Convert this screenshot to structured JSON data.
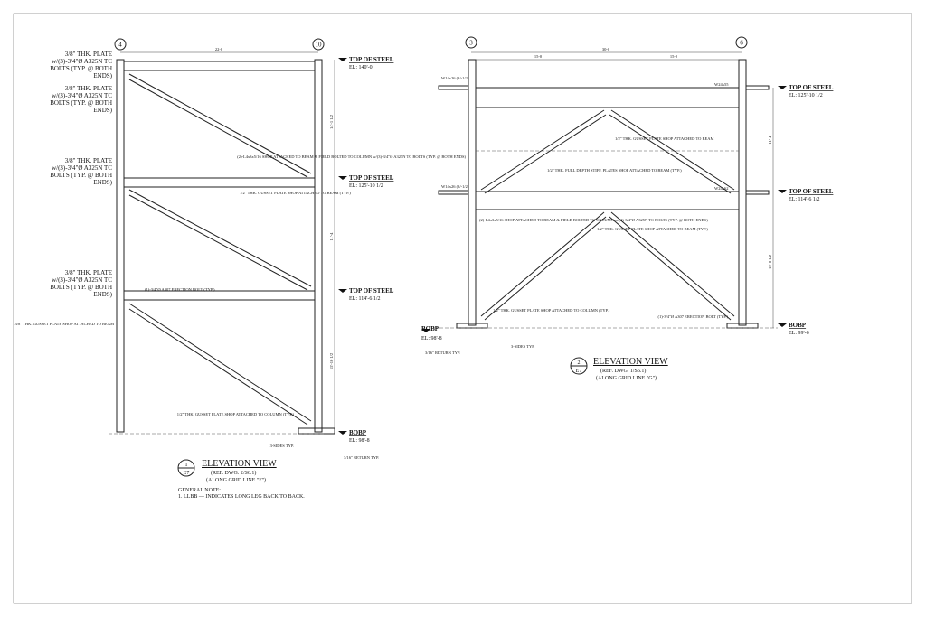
{
  "views": [
    {
      "number": "1",
      "sheet": "E7",
      "title": "ELEVATION VIEW",
      "ref": "(REF. DWG. 2/S6.1)",
      "grid_line": "(ALONG GRID LINE \"F\")",
      "grids": [
        "4",
        "10"
      ],
      "overall_dim": "22-0",
      "levels": [
        {
          "label": "TOP OF STEEL",
          "el": "EL: 140'-0"
        },
        {
          "label": "TOP OF STEEL",
          "el": "EL: 125'-10 1/2"
        },
        {
          "label": "TOP OF STEEL",
          "el": "EL: 114'-6 1/2"
        },
        {
          "label": "BOBP",
          "el": "EL: 98'-8"
        }
      ],
      "story_dims": [
        "14'-1 1/2",
        "11'-4",
        "15'-10 1/2"
      ],
      "notes": [
        "3/8\" THK. PLATE w/(3)-3/4\"Ø A325N TC BOLTS (TYP. @ BOTH ENDS)",
        "3/8\" THK. PLATE w/(3)-3/4\"Ø A325N TC BOLTS (TYP. @ BOTH ENDS)",
        "3/8\" THK. PLATE w/(3)-3/4\"Ø A325N TC BOLTS (TYP. @ BOTH ENDS)",
        "3/8\" THK. PLATE w/(3)-3/4\"Ø A325N TC BOLTS (TYP. @ BOTH ENDS)",
        "3/8\" THK. GUSSET PLATE SHOP ATTACHED TO BEAM",
        "1/2\" THK. GUSSET PLATE SHOP ATTACHED TO BEAM (TYP.)",
        "(1)-3/4\"Ø A307 ERECTION BOLT (TYP.)",
        "1/2\" THK. GUSSET PLATE SHOP ATTACHED TO COLUMN (TYP.)",
        "3-SIDES TYP.",
        "3/16\" RETURN TYP."
      ],
      "general_note_title": "GENERAL NOTE:",
      "general_note": "1. LLBB — INDICATES LONG LEG BACK TO BACK."
    },
    {
      "number": "2",
      "sheet": "E7",
      "title": "ELEVATION VIEW",
      "ref": "(REF. DWG. 1/S6.1)",
      "grid_line": "(ALONG GRID LINE \"G\")",
      "grids": [
        "3",
        "6"
      ],
      "overall_dim": "30-0",
      "half_dims": [
        "15-0",
        "15-0"
      ],
      "levels": [
        {
          "label": "TOP OF STEEL",
          "el": "EL: 125'-10 1/2"
        },
        {
          "label": "TOP OF STEEL",
          "el": "EL: 114'-6 1/2"
        },
        {
          "label": "BOBP",
          "el": "EL: 99'-6"
        },
        {
          "label": "BOBP",
          "el": "EL: 98'-8"
        }
      ],
      "story_dims": [
        "11'-4",
        "15'-0 1/2"
      ],
      "members": [
        "W14x26 (3/-1/2)",
        "W24x55",
        "W14x26 (3/-1/2)",
        "W24x62"
      ],
      "notes": [
        "(2)-L4x3x5/16 SHOP ATTACHED TO BEAM & FIELD BOLTED TO COLUMN w/(3)-3/4\"Ø A325N TC BOLTS (TYP. @ BOTH ENDS)",
        "(2)-L4x3x5/16 SHOP ATTACHED TO BEAM & FIELD BOLTED TO COLUMN w/(3)-3/4\"Ø A325N TC BOLTS (TYP. @ BOTH ENDS)",
        "1/2\" THK. GUSSET PLATE SHOP ATTACHED TO BEAM",
        "1/2\" THK. FULL DEPTH STIFF. PLATES SHOP ATTACHED TO BEAM (TYP.)",
        "1/2\" THK. GUSSET PLATE SHOP ATTACHED TO BEAM (TYP.)",
        "1/2\" THK. GUSSET PLATE SHOP ATTACHED TO COLUMN (TYP.)",
        "(1)-3/4\"Ø A307 ERECTION BOLT (TYP.)",
        "3-SIDES TYP.",
        "3/16\" RETURN TYP."
      ]
    }
  ]
}
